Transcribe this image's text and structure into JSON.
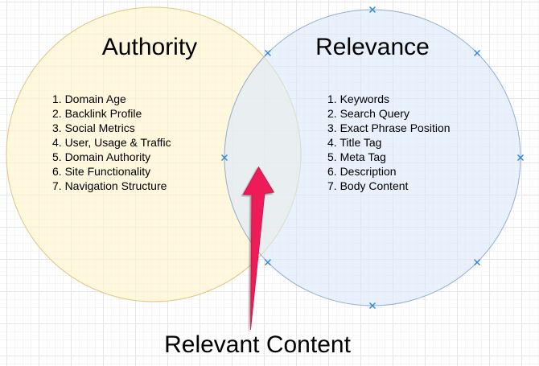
{
  "canvas": {
    "background_color": "#ffffff",
    "grid_minor_color": "#f5f5f5",
    "grid_major_color": "#e7e7e7"
  },
  "venn": {
    "left_circle": {
      "title": "Authority",
      "fill_color": "#FFF2CC",
      "stroke_color": "#D6B656",
      "items": [
        "1. Domain Age",
        "2. Backlink Profile",
        "3. Social Metrics",
        "4. User, Usage & Traffic",
        "5. Domain Authority",
        "6. Site Functionality",
        "7. Navigation Structure"
      ]
    },
    "right_circle": {
      "title": "Relevance",
      "fill_color": "#DAE8FC",
      "stroke_color": "#6C8EBF",
      "items": [
        "1. Keywords",
        "2. Search Query",
        "3. Exact Phrase Position",
        "4. Title Tag",
        "5. Meta Tag",
        "6. Description",
        "7. Body Content"
      ]
    },
    "overlap": {
      "label": "Relevant Content",
      "arrow_color": "#EE1A57"
    },
    "connection_handle_color": "#2E86D6"
  }
}
